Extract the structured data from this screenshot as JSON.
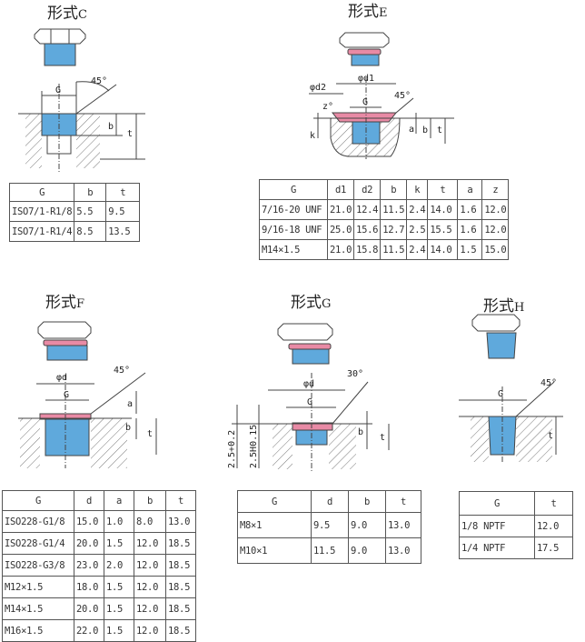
{
  "forms": {
    "C": {
      "title": "形式",
      "letter": "C",
      "labels": {
        "g": "G",
        "b": "b",
        "t": "t",
        "angle": "45°"
      },
      "table": {
        "headers": [
          "G",
          "b",
          "t"
        ],
        "rows": [
          [
            "ISO7/1-R1/8",
            "5.5",
            "9.5"
          ],
          [
            "ISO7/1-R1/4",
            "8.5",
            "13.5"
          ]
        ]
      }
    },
    "E": {
      "title": "形式",
      "letter": "E",
      "labels": {
        "d1": "φd1",
        "d2": "φd2",
        "g": "G",
        "z": "z°",
        "angle": "45°",
        "k": "k",
        "a": "a",
        "b": "b",
        "t": "t"
      },
      "table": {
        "headers": [
          "G",
          "d1",
          "d2",
          "b",
          "k",
          "t",
          "a",
          "z"
        ],
        "rows": [
          [
            "7/16-20 UNF",
            "21.0",
            "12.4",
            "11.5",
            "2.4",
            "14.0",
            "1.6",
            "12.0"
          ],
          [
            "9/16-18 UNF",
            "25.0",
            "15.6",
            "12.7",
            "2.5",
            "15.5",
            "1.6",
            "12.0"
          ],
          [
            "M14×1.5",
            "21.0",
            "15.8",
            "11.5",
            "2.4",
            "14.0",
            "1.5",
            "15.0"
          ]
        ]
      }
    },
    "F": {
      "title": "形式",
      "letter": "F",
      "labels": {
        "d": "φd",
        "g": "G",
        "angle": "45°",
        "a": "a",
        "b": "b",
        "t": "t"
      },
      "table": {
        "headers": [
          "G",
          "d",
          "a",
          "b",
          "t"
        ],
        "rows": [
          [
            "ISO228-G1/8",
            "15.0",
            "1.0",
            "8.0",
            "13.0"
          ],
          [
            "ISO228-G1/4",
            "20.0",
            "1.5",
            "12.0",
            "18.5"
          ],
          [
            "ISO228-G3/8",
            "23.0",
            "2.0",
            "12.0",
            "18.5"
          ],
          [
            "M12×1.5",
            "18.0",
            "1.5",
            "12.0",
            "18.5"
          ],
          [
            "M14×1.5",
            "20.0",
            "1.5",
            "12.0",
            "18.5"
          ],
          [
            "M16×1.5",
            "22.0",
            "1.5",
            "12.0",
            "18.5"
          ]
        ]
      }
    },
    "G": {
      "title": "形式",
      "letter": "G",
      "labels": {
        "d": "φd",
        "g": "G",
        "angle": "30°",
        "b": "b",
        "t": "t",
        "tol1": "2.5+0.2",
        "tol2": "2.5H0.15"
      },
      "table": {
        "headers": [
          "G",
          "d",
          "b",
          "t"
        ],
        "rows": [
          [
            "M8×1",
            "9.5",
            "9.0",
            "13.0"
          ],
          [
            "M10×1",
            "11.5",
            "9.0",
            "13.0"
          ]
        ]
      }
    },
    "H": {
      "title": "形式",
      "letter": "H",
      "labels": {
        "g": "G",
        "angle": "45°",
        "t": "t"
      },
      "table": {
        "headers": [
          "G",
          "t"
        ],
        "rows": [
          [
            "1/8  NPTF",
            "12.0"
          ],
          [
            "1/4  NPTF",
            "17.5"
          ]
        ]
      }
    }
  },
  "colors": {
    "plug": "#5fa9dc",
    "seal": "#e88aa5",
    "hatch": "#555555"
  }
}
